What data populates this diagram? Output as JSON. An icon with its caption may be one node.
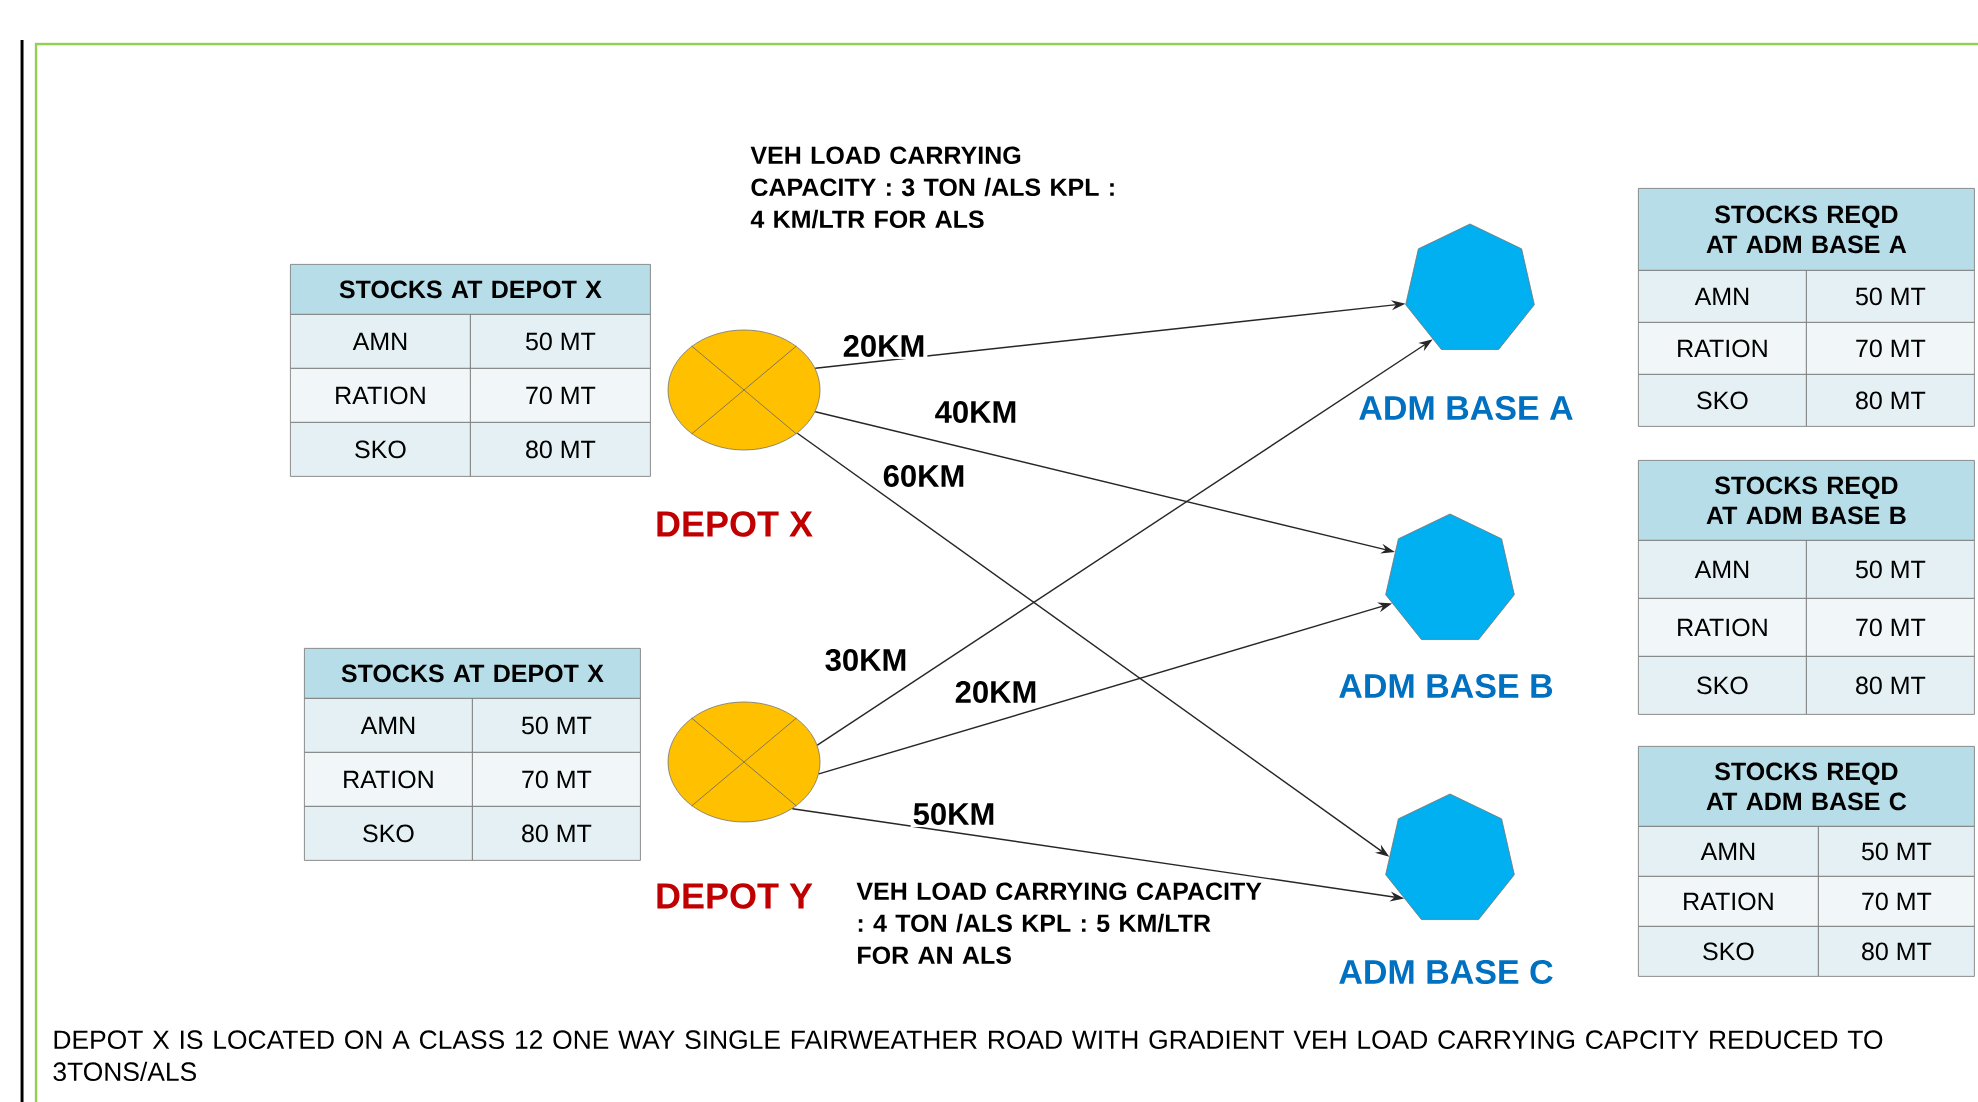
{
  "diagram": {
    "nodes": [
      {
        "text": [
          "DEPOT X"
        ]
      },
      {
        "text": [
          "DEPOT Y"
        ]
      },
      {
        "text": [
          "ADM BASE A"
        ]
      },
      {
        "text": [
          "ADM BASE B"
        ]
      },
      {
        "text": [
          "ADM BASE C"
        ]
      }
    ],
    "edges": [
      {
        "from": 0,
        "to": 2,
        "arrow": "to",
        "label": "20KM"
      },
      {
        "from": 0,
        "to": 3,
        "arrow": "to",
        "label": "40KM"
      },
      {
        "from": 0,
        "to": 4,
        "arrow": "to",
        "label": "60KM"
      },
      {
        "from": 1,
        "to": 2,
        "arrow": "to",
        "label": "30KM"
      },
      {
        "from": 1,
        "to": 3,
        "arrow": "to",
        "label": "20KM"
      },
      {
        "from": 1,
        "to": 4,
        "arrow": "to",
        "label": "50KM"
      }
    ],
    "labels": [
      "VEH LOAD CARRYING CAPACITY : 3 TON /ALS KPL : 4 KM/LTR FOR ALS",
      "STOCKS AT DEPOT X",
      "AMN",
      "50 MT",
      "RATION",
      "70 MT",
      "SKO",
      "80 MT",
      "STOCKS REQD AT ADM BASE A",
      "AMN",
      "50 MT",
      "RATION",
      "70 MT",
      "SKO",
      "80 MT",
      "STOCKS REQD AT ADM BASE B",
      "AMN",
      "50 MT",
      "RATION",
      "70 MT",
      "SKO",
      "80 MT",
      "STOCKS AT DEPOT X",
      "AMN",
      "50 MT",
      "RATION",
      "70 MT",
      "SKO",
      "80 MT",
      "VEH LOAD CARRYING CAPACITY : 4 TON /ALS KPL : 5 KM/LTR FOR AN ALS",
      "STOCKS REQD AT ADM BASE C",
      "AMN",
      "50 MT",
      "RATION",
      "70 MT",
      "SKO",
      "80 MT",
      "DEPOT X IS LOCATED ON A CLASS 12 ONE WAY SINGLE FAIRWEATHER ROAD WITH GRADIENT VEH LOAD CARRYING CAPCITY REDUCED TO 3TONS/ALS"
    ]
  }
}
